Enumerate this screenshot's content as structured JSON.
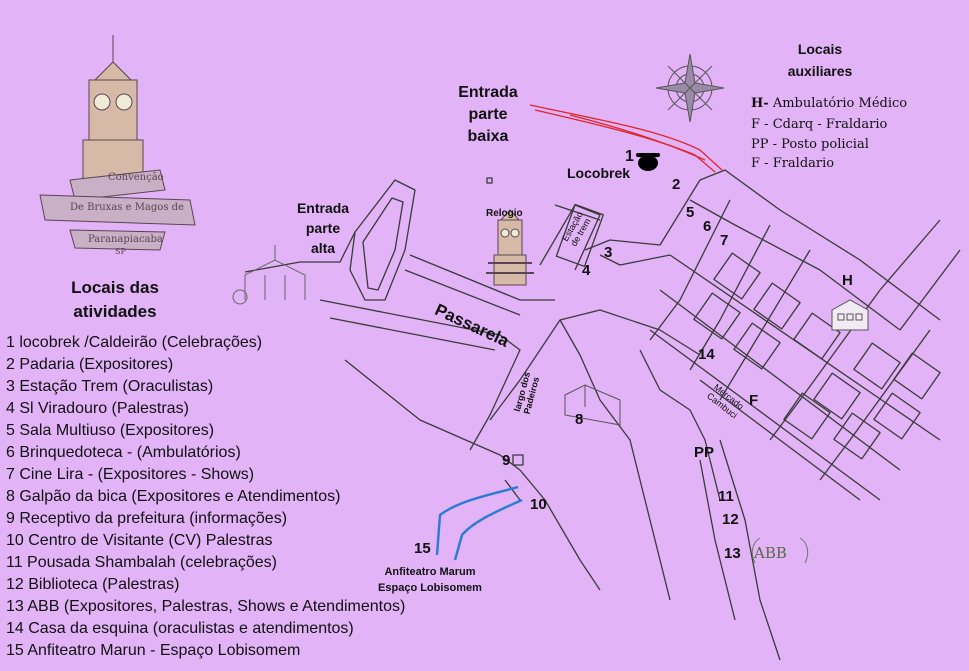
{
  "logo": {
    "name": "convention-logo",
    "line1": "Convenção",
    "line2": "De Bruxas e Magos de",
    "line3": "Paranapiacaba",
    "line4": "SP"
  },
  "labels": {
    "entrada_baixa": [
      "Entrada",
      "parte",
      "baixa"
    ],
    "entrada_alta": [
      "Entrada",
      "parte",
      "alta"
    ],
    "locobrek": "Locobrek",
    "relogio": "Relogio",
    "passarela": "Passarela",
    "estacao_trem": [
      "Estação",
      "de trem"
    ],
    "largo": [
      "largo dos",
      "Padeiros"
    ],
    "mercado": [
      "Mercado",
      "Cambuci"
    ],
    "anfiteatro": [
      "Anfiteatro Marum",
      "Espaço Lobisomem"
    ],
    "abb_logo": "ABB"
  },
  "legend": {
    "title": [
      "Locais das",
      "atividades"
    ],
    "items": [
      "1 locobrek /Caldeirão  (Celebrações)",
      "2 Padaria  (Expositores)",
      "3 Estação Trem  (Oraculistas)",
      "4 Sl Viradouro (Palestras)",
      "5 Sala Multiuso (Expositores)",
      "6 Brinquedoteca - (Ambulatórios)",
      "7 Cine Lira - (Expositores - Shows)",
      "8 Galpão da bica (Expositores e Atendimentos)",
      "9 Receptivo da prefeitura (informações)",
      "10 Centro de Visitante (CV) Palestras",
      "11 Pousada Shambalah (celebrações)",
      "12 Biblioteca (Palestras)",
      "13 ABB (Expositores, Palestras, Shows e Atendimentos)",
      "14 Casa da esquina (oraculistas e atendimentos)",
      "15 Anfiteatro Marun - Espaço Lobisomem"
    ]
  },
  "aux": {
    "title": [
      "Locais",
      "auxiliares"
    ],
    "items": [
      {
        "key": "H-",
        "text": " Ambulatório Médico"
      },
      {
        "key": "F",
        "text": " - Cdarq - Fraldario"
      },
      {
        "key": "PP",
        "text": " - Posto policial"
      },
      {
        "key": "F",
        "text": " - Fraldario"
      }
    ]
  },
  "markers": {
    "m1": "1",
    "m2": "2",
    "m3": "3",
    "m4": "4",
    "m5": "5",
    "m6": "6",
    "m7": "7",
    "m8": "8",
    "m9": "9",
    "m10": "10",
    "m11": "11",
    "m12": "12",
    "m13": "13",
    "m14": "14",
    "m15": "15",
    "H": "H",
    "F": "F",
    "PP": "PP"
  },
  "colors": {
    "background": "#e2b3f7",
    "streets": "#3a3a3a",
    "entrance_path": "#e0242c",
    "trail": "#2a7bd6"
  }
}
